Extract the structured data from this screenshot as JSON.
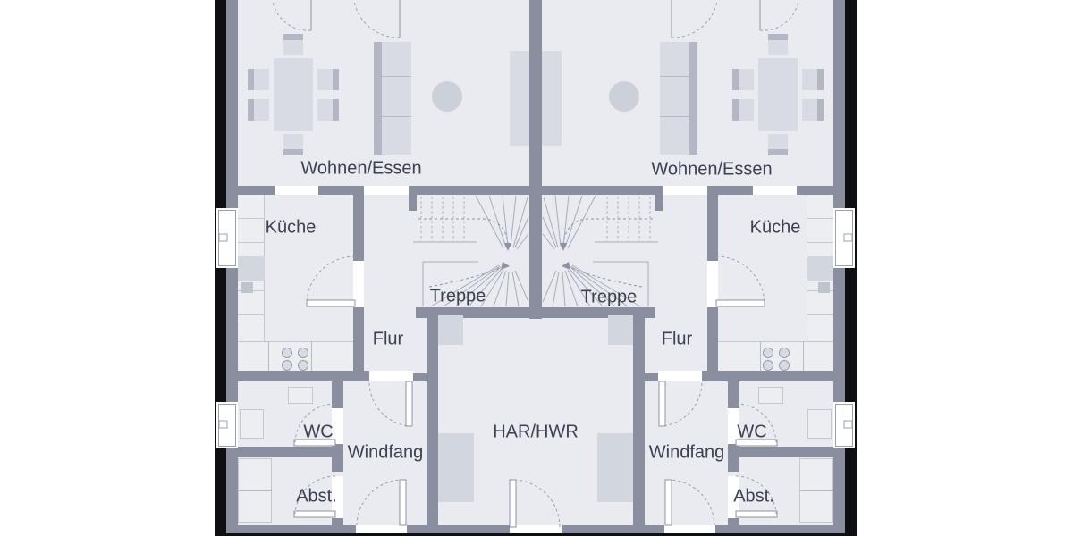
{
  "rooms": {
    "left": {
      "living": "Wohnen/Essen",
      "kitchen": "Küche",
      "stairs": "Treppe",
      "hall": "Flur",
      "wc": "WC",
      "vestibule": "Windfang",
      "storage": "Abst."
    },
    "right": {
      "living": "Wohnen/Essen",
      "kitchen": "Küche",
      "stairs": "Treppe",
      "hall": "Flur",
      "wc": "WC",
      "vestibule": "Windfang",
      "storage": "Abst."
    },
    "shared": {
      "utility": "HAR/HWR"
    }
  },
  "colors": {
    "background": "#ffffff",
    "floor": "#e9ebf1",
    "wall": "#8a8fa0",
    "outline_black": "#0e0f13",
    "furniture": "#d8dbe3",
    "furniture_light": "#eceef2",
    "furniture_dark": "#b3b7c3",
    "line": "#9aa2af",
    "label": "#3c4150"
  }
}
